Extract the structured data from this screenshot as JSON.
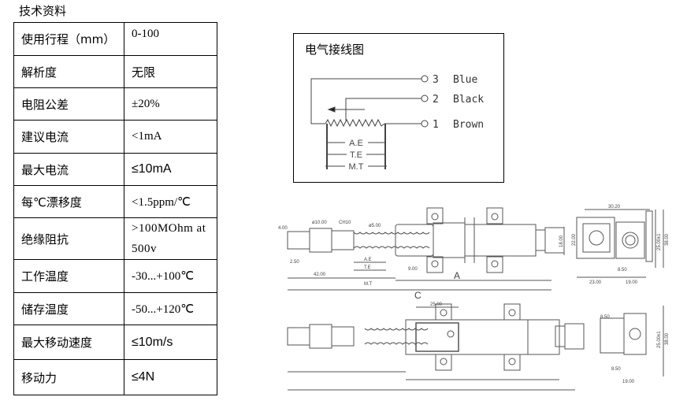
{
  "section_title": "技术资料",
  "spec_table": [
    {
      "key": "使用行程（mm）",
      "value": "0-100"
    },
    {
      "key": "解析度",
      "value": "无限"
    },
    {
      "key": "电阻公差",
      "value": "±20%"
    },
    {
      "key": "建议电流",
      "value": "<1mA"
    },
    {
      "key": "最大电流",
      "value": "≤10mA"
    },
    {
      "key": "每℃漂移度",
      "value": "<1.5ppm/℃"
    },
    {
      "key": "绝缘阻抗",
      "value": ">100MOhm at 500v"
    },
    {
      "key": "工作温度",
      "value": "-30...+100℃"
    },
    {
      "key": "储存温度",
      "value": "-50...+120℃"
    },
    {
      "key": "最大移动速度",
      "value": "≤10m/s"
    },
    {
      "key": "移动力",
      "value": "≤4N"
    }
  ],
  "wiring": {
    "title": "电气接线图",
    "pins": [
      {
        "num": "3",
        "color": "Blue"
      },
      {
        "num": "2",
        "color": "Black"
      },
      {
        "num": "1",
        "color": "Brown"
      }
    ],
    "dims": [
      "A.E",
      "T.E",
      "M.T"
    ]
  },
  "drawing": {
    "dims_side": [
      "4.00",
      "ø10.00",
      "CH10",
      "ø5.00",
      "2.50",
      "42.00",
      "A.E",
      "T.E",
      "M.T",
      "9.00",
      "A",
      "C",
      "18.00"
    ],
    "dims_end_top": [
      "30.20",
      "22.00",
      "25.00±1",
      "38.00",
      "8.50",
      "23.00",
      "19.00"
    ],
    "dims_bottom_extra": [
      "25.00"
    ],
    "dims_end_bottom": [
      "8.50",
      "25.00±1",
      "38.00",
      "8.50",
      "19.00"
    ]
  }
}
